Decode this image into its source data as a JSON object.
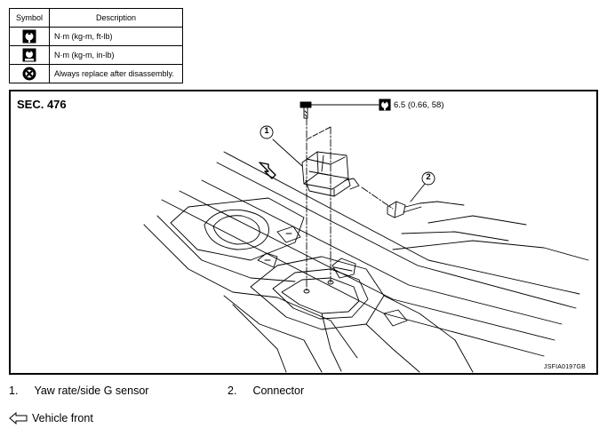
{
  "table": {
    "header_symbol": "Symbol",
    "header_description": "Description",
    "rows": [
      {
        "icon": "torque-wrench-icon",
        "description": "N·m (kg-m, ft-lb)"
      },
      {
        "icon": "torque-wrench-inlb-icon",
        "description": "N·m (kg-m, in-lb)"
      },
      {
        "icon": "always-replace-icon",
        "description": "Always replace after disassembly."
      }
    ]
  },
  "figure": {
    "section": "SEC. 476",
    "torque_value": "6.5 (0.66, 58)",
    "callout_1": "1",
    "callout_2": "2",
    "figure_code": "JSFIA0197GB"
  },
  "legend": [
    {
      "number": "1.",
      "label": "Yaw rate/side G sensor"
    },
    {
      "number": "2.",
      "label": "Connector"
    }
  ],
  "front_indicator": {
    "icon": "vehicle-front-arrow-icon",
    "label": "Vehicle front"
  }
}
